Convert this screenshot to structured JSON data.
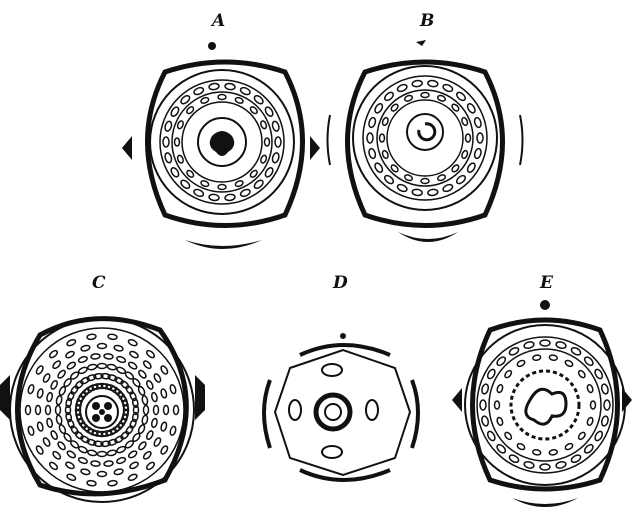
{
  "figure": {
    "panels": [
      {
        "id": "A",
        "label": "A"
      },
      {
        "id": "B",
        "label": "B"
      },
      {
        "id": "C",
        "label": "C"
      },
      {
        "id": "D",
        "label": "D"
      },
      {
        "id": "E",
        "label": "E"
      }
    ]
  },
  "colors": {
    "ink": "#111111",
    "paper": "#ffffff"
  }
}
